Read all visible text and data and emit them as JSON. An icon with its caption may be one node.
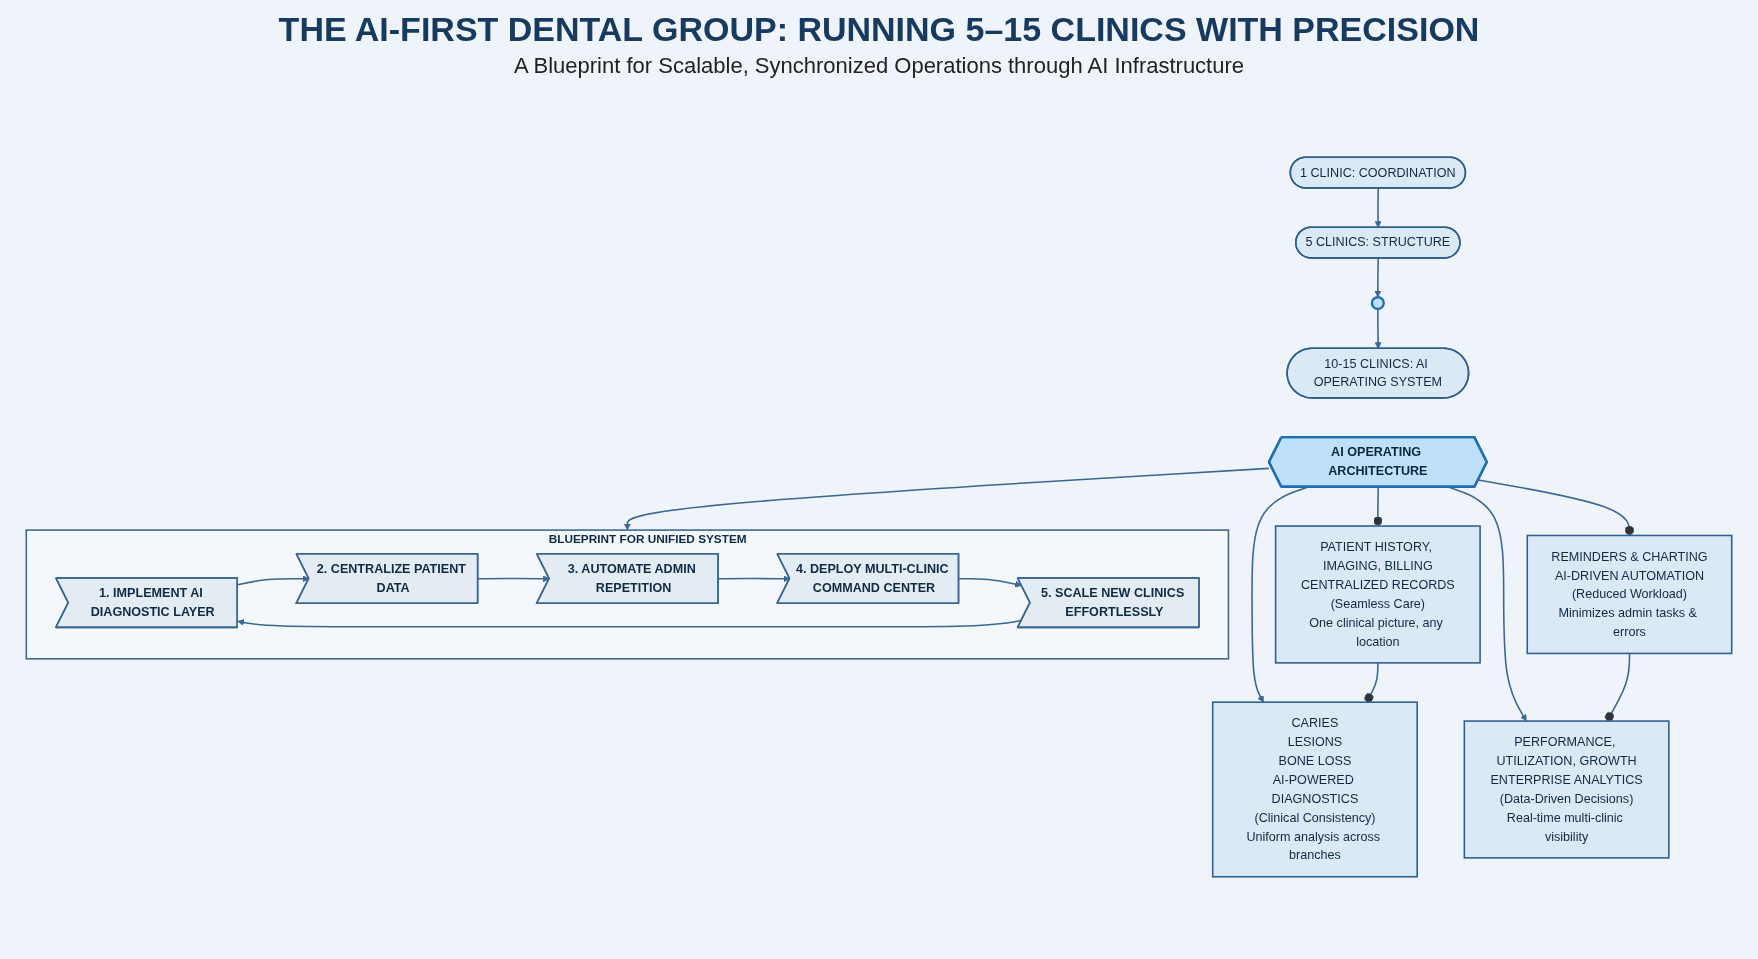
{
  "diagram": {
    "title": "THE AI-FIRST DENTAL GROUP: RUNNING 5–15 CLINICS WITH PRECISION",
    "caption": "A Blueprint for Scalable, Synchronized Operations through AI Infrastructure",
    "nodes": [
      {
        "text": [
          "1 CLINIC: COORDINATION"
        ]
      },
      {
        "text": [
          "5 CLINICS: STRUCTURE"
        ]
      },
      {
        "text": [],
        "shape": "circle"
      },
      {
        "text": [
          "10-15 CLINICS: AI OPERATING SYSTEM"
        ]
      },
      {
        "text": [
          "AI OPERATING ARCHITECTURE"
        ]
      },
      {
        "text": [
          "CARIES",
          "LESIONS",
          "BONE LOSS",
          "AI-POWERED DIAGNOSTICS",
          "(Clinical Consistency)",
          "Uniform analysis across branches"
        ]
      },
      {
        "text": [
          "PATIENT HISTORY, IMAGING, BILLING",
          "CENTRALIZED RECORDS",
          "(Seamless Care)",
          "One clinical picture, any location"
        ]
      },
      {
        "text": [
          "REMINDERS & CHARTING",
          "AI-DRIVEN AUTOMATION",
          "(Reduced Workload)",
          "Minimizes admin tasks & errors"
        ]
      },
      {
        "text": [
          "PERFORMANCE, UTILIZATION, GROWTH",
          "ENTERPRISE ANALYTICS",
          "(Data-Driven Decisions)",
          "Real-time multi-clinic visibility"
        ]
      },
      {
        "text": [
          "BLUEPRINT FOR UNIFIED SYSTEM"
        ]
      },
      {
        "text": [
          "1. IMPLEMENT AI DIAGNOSTIC LAYER"
        ],
        "in": 9
      },
      {
        "text": [
          "2. CENTRALIZE PATIENT DATA"
        ],
        "in": 9
      },
      {
        "text": [
          "3. AUTOMATE ADMIN REPETITION"
        ],
        "in": 9
      },
      {
        "text": [
          "4. DEPLOY MULTI-CLINIC COMMAND CENTER"
        ],
        "in": 9
      },
      {
        "text": [
          "5. SCALE NEW CLINICS EFFORTLESSLY"
        ],
        "in": 9
      }
    ],
    "edges": [
      {
        "from": 0,
        "to": 1,
        "arrow": "to"
      },
      {
        "from": 1,
        "to": 2,
        "arrow": "to"
      },
      {
        "from": 2,
        "to": 3,
        "arrow": "to"
      },
      {
        "from": 4,
        "to": 5,
        "arrow": "to"
      },
      {
        "from": 4,
        "to": 8,
        "arrow": "to"
      },
      {
        "from": 6,
        "to": 5,
        "arrow": "other"
      },
      {
        "from": 4,
        "to": 6,
        "arrow": "other"
      },
      {
        "from": 4,
        "to": 7,
        "arrow": "other"
      },
      {
        "from": 7,
        "to": 8,
        "arrow": "other"
      },
      {
        "from": 4,
        "to": 9,
        "arrow": "to"
      },
      {
        "from": 10,
        "to": 11,
        "arrow": "to"
      },
      {
        "from": 11,
        "to": 12,
        "arrow": "to"
      },
      {
        "from": 12,
        "to": 13,
        "arrow": "to"
      },
      {
        "from": 13,
        "to": 14,
        "arrow": "to"
      },
      {
        "from": 14,
        "to": 10,
        "arrow": "to"
      }
    ]
  }
}
